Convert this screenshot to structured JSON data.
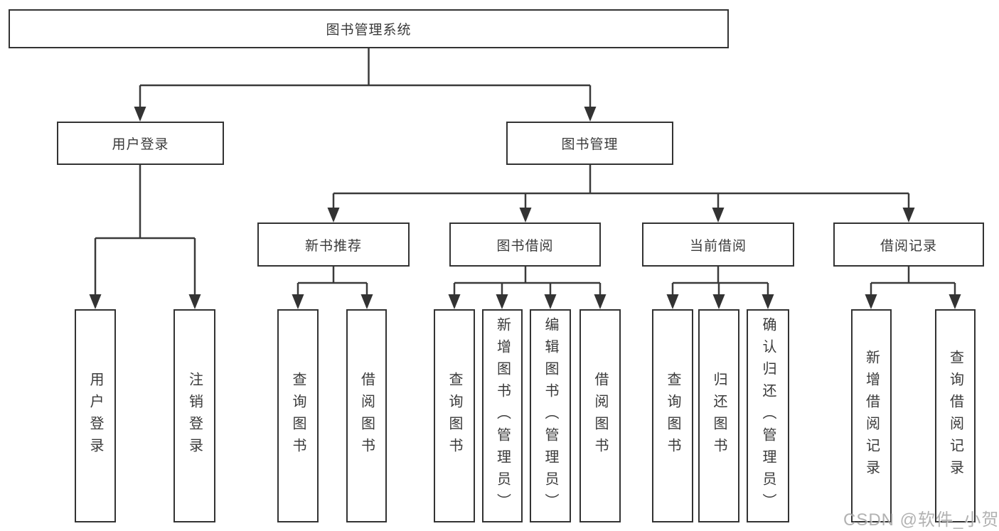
{
  "colors": {
    "background": "#ffffff",
    "line": "#3a3a3a",
    "box_border": "#333333",
    "box_fill": "#ffffff",
    "text": "#3a3a3a",
    "watermark": "#9f9f9f"
  },
  "tree": {
    "root": {
      "label": "图书管理系统"
    },
    "branches": [
      {
        "label": "用户登录",
        "children": [
          {
            "label": "用户登录"
          },
          {
            "label": "注销登录"
          }
        ]
      },
      {
        "label": "图书管理",
        "children": [
          {
            "label": "新书推荐",
            "children": [
              {
                "label": "查询图书"
              },
              {
                "label": "借阅图书"
              }
            ]
          },
          {
            "label": "图书借阅",
            "children": [
              {
                "label": "查询图书"
              },
              {
                "label": "新增图书（管理员）"
              },
              {
                "label": "编辑图书（管理员）"
              },
              {
                "label": "借阅图书"
              }
            ]
          },
          {
            "label": "当前借阅",
            "children": [
              {
                "label": "查询图书"
              },
              {
                "label": "归还图书"
              },
              {
                "label": "确认归还（管理员）"
              }
            ]
          },
          {
            "label": "借阅记录",
            "children": [
              {
                "label": "新增借阅记录"
              },
              {
                "label": "查询借阅记录"
              }
            ]
          }
        ]
      }
    ]
  },
  "watermark": {
    "text": "CSDN @软件_小贺同学"
  }
}
